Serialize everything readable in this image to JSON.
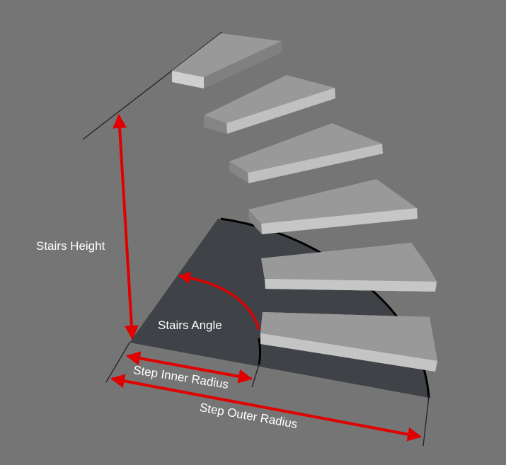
{
  "labels": {
    "stairs_height": "Stairs Height",
    "stairs_angle": "Stairs Angle",
    "step_inner_radius": "Step Inner Radius",
    "step_outer_radius": "Step Outer Radius"
  },
  "colors": {
    "background": "#757575",
    "floor": "#3f4247",
    "step_top": "#999999",
    "step_front": "#cfcfcf",
    "step_side": "#6e6e6e",
    "dimension_arrow": "#e00000",
    "guide_line": "#222222"
  },
  "step_count": 6
}
